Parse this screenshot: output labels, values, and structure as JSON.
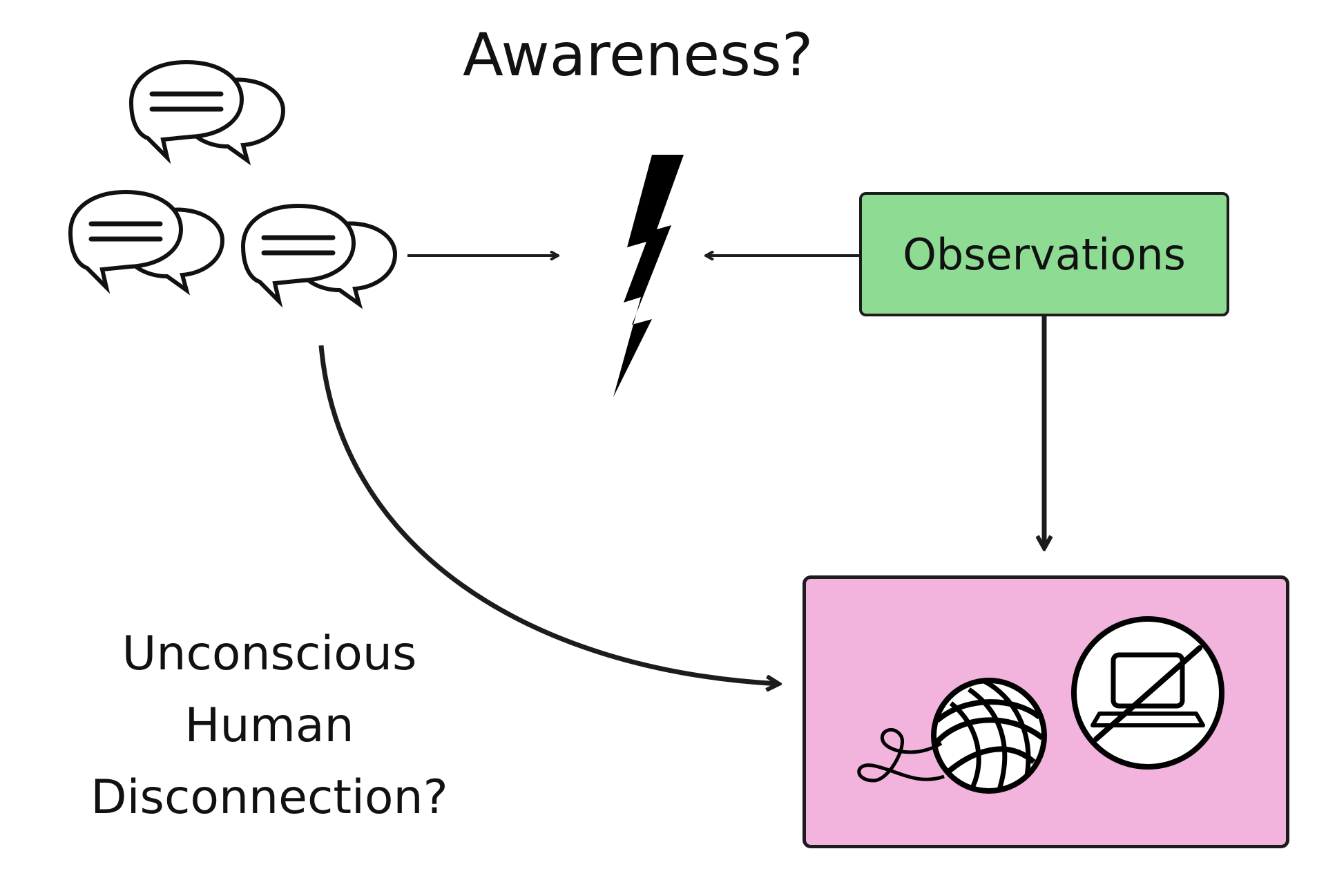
{
  "title": "Awareness?",
  "observations": {
    "label": "Observations"
  },
  "side_label": {
    "lines": [
      "Unconscious",
      "Human",
      "Disconnection?"
    ]
  },
  "colors": {
    "observations_fill": "#8edc93",
    "result_fill": "#f2b3dd",
    "stroke": "#1c1c1c"
  },
  "icons": [
    "speech-bubbles-icon",
    "lightning-bolt-icon",
    "yarn-ball-icon",
    "no-laptop-icon"
  ]
}
